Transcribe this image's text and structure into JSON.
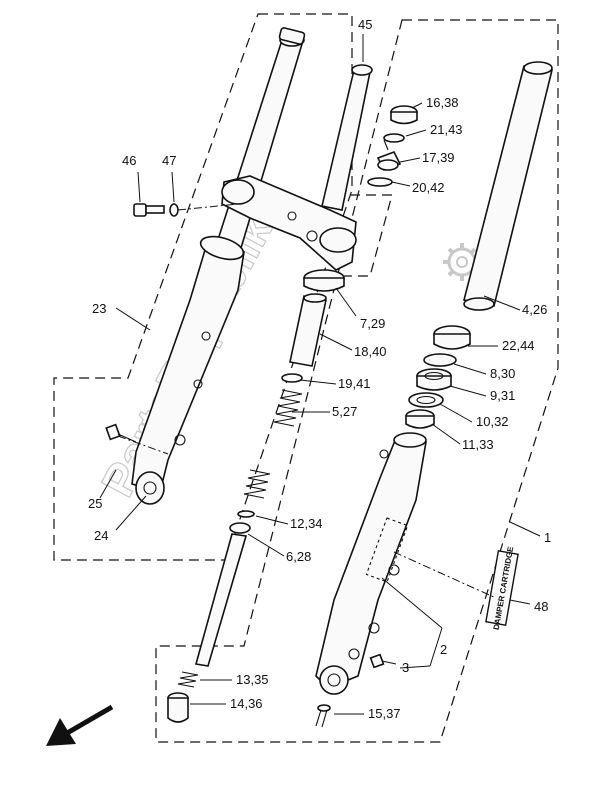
{
  "labels": {
    "p1": "1",
    "p2": "2",
    "p3": "3",
    "p4_26": "4,26",
    "p5_27": "5,27",
    "p6_28": "6,28",
    "p7_29": "7,29",
    "p8_30": "8,30",
    "p9_31": "9,31",
    "p10_32": "10,32",
    "p11_33": "11,33",
    "p12_34": "12,34",
    "p13_35": "13,35",
    "p14_36": "14,36",
    "p15_37": "15,37",
    "p16_38": "16,38",
    "p17_39": "17,39",
    "p18_40": "18,40",
    "p19_41": "19,41",
    "p20_42": "20,42",
    "p21_43": "21,43",
    "p22_44": "22,44",
    "p23": "23",
    "p24": "24",
    "p25": "25",
    "p45": "45",
    "p46": "46",
    "p47": "47",
    "p48": "48"
  },
  "decal_text": "DAMPER CARTRIDGE",
  "watermark_text": "PartsRepublik",
  "icons": {
    "direction_arrow": "front-direction-arrow-icon",
    "watermark_gear": "gear-icon"
  },
  "colors": {
    "ink": "#111111",
    "watermark": "#c8c8c8",
    "paper": "#ffffff"
  }
}
